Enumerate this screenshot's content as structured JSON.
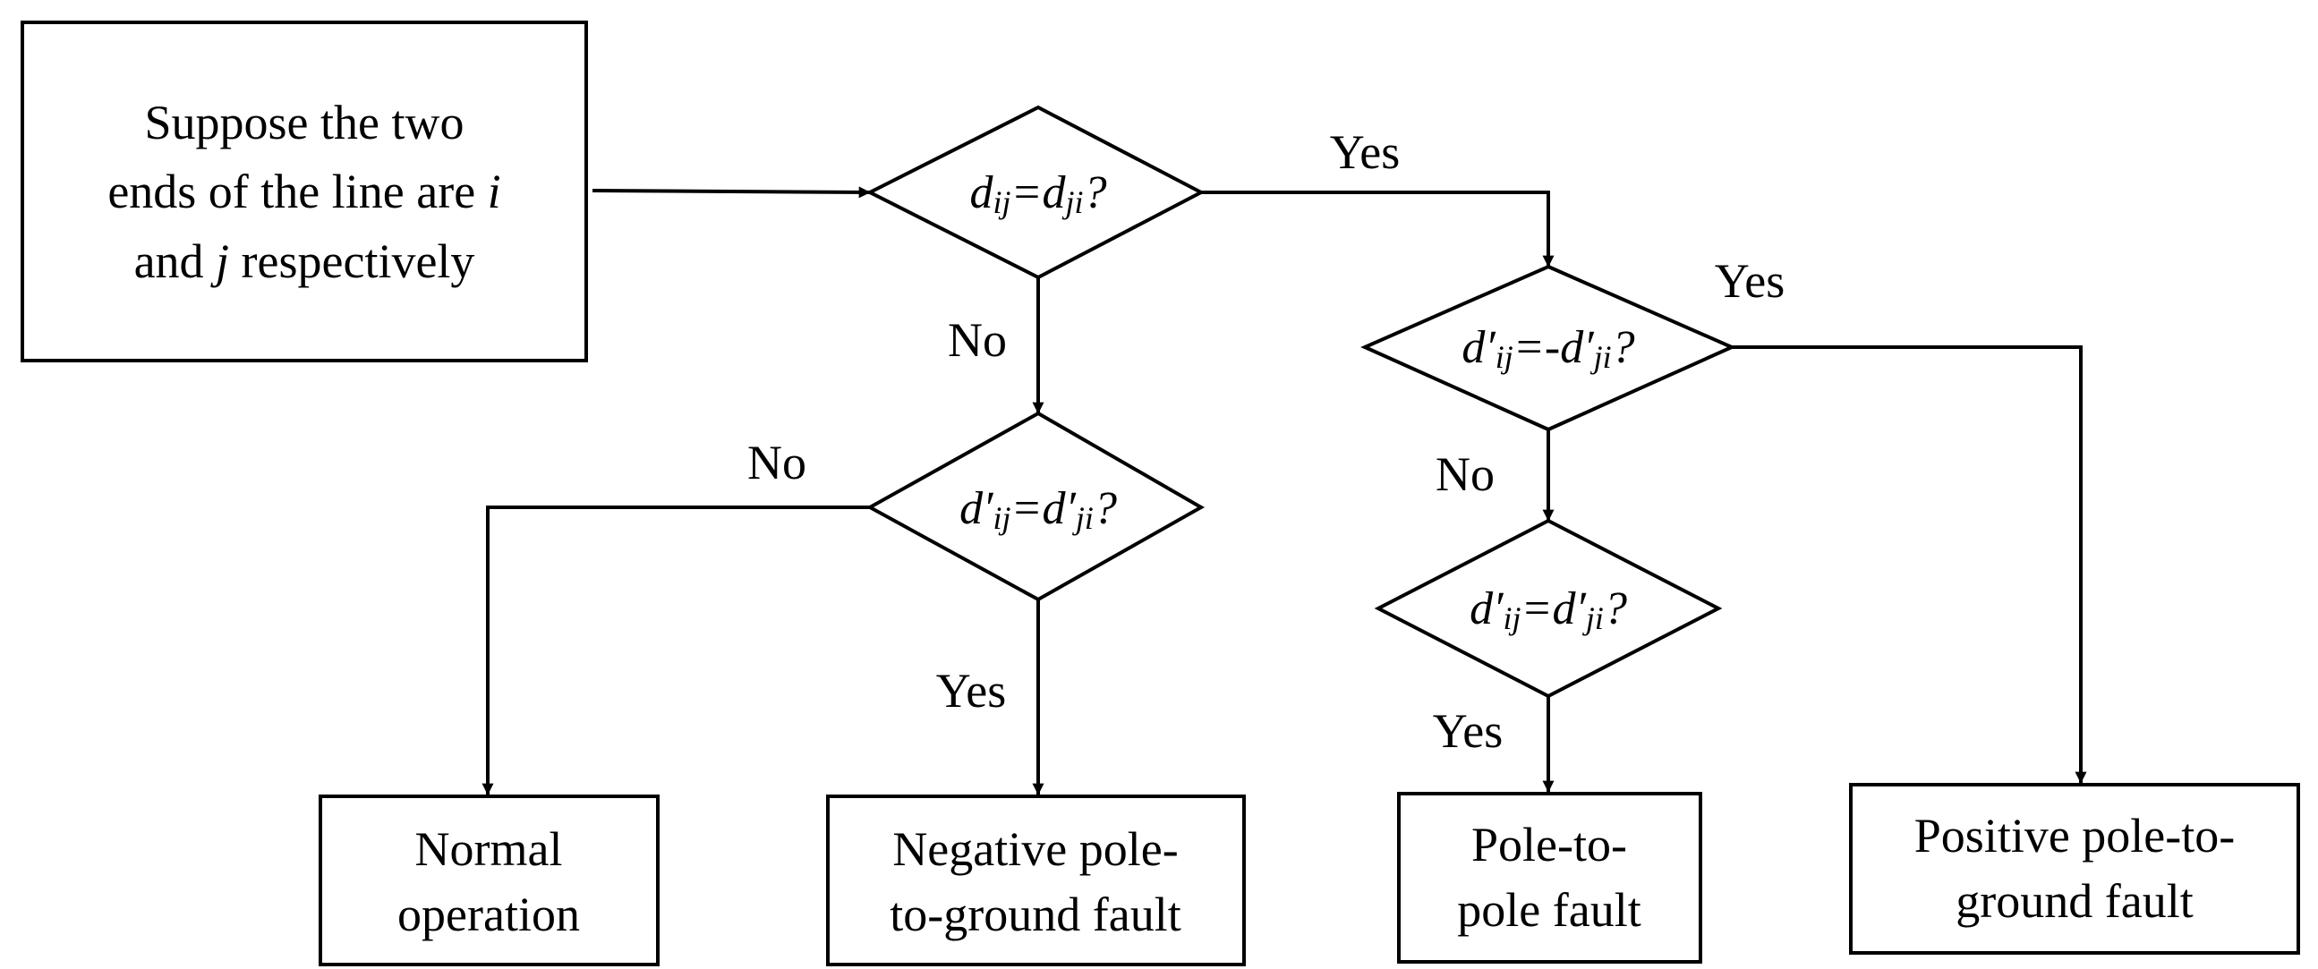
{
  "start_box": {
    "line1": "Suppose the two",
    "line2a": "ends of the line are ",
    "line2b": "i",
    "line3a": "and ",
    "line3b": "j",
    "line3c": " respectively"
  },
  "decisions": {
    "d1": {
      "p1": "d",
      "s1": "ij",
      "p2": "=d",
      "s2": "ji",
      "p3": "?"
    },
    "d2": {
      "p1": "d′",
      "s1": "ij",
      "p2": "=d′",
      "s2": "ji",
      "p3": "?"
    },
    "d3": {
      "p1": "d′",
      "s1": "ij",
      "p2": "=-d′",
      "s2": "ji",
      "p3": "?"
    },
    "d4": {
      "p1": "d′",
      "s1": "ij",
      "p2": "=d′",
      "s2": "ji",
      "p3": "?"
    }
  },
  "edge_labels": {
    "d1_yes": "Yes",
    "d1_no": "No",
    "d2_no": "No",
    "d2_yes": "Yes",
    "d3_yes": "Yes",
    "d3_no": "No",
    "d4_yes": "Yes"
  },
  "outcomes": {
    "normal": {
      "line1": "Normal",
      "line2": "operation"
    },
    "negative": {
      "line1": "Negative pole-",
      "line2": "to-ground fault"
    },
    "pole": {
      "line1": "Pole-to-",
      "line2": "pole fault"
    },
    "positive": {
      "line1": "Positive pole-to-",
      "line2": "ground fault"
    }
  }
}
